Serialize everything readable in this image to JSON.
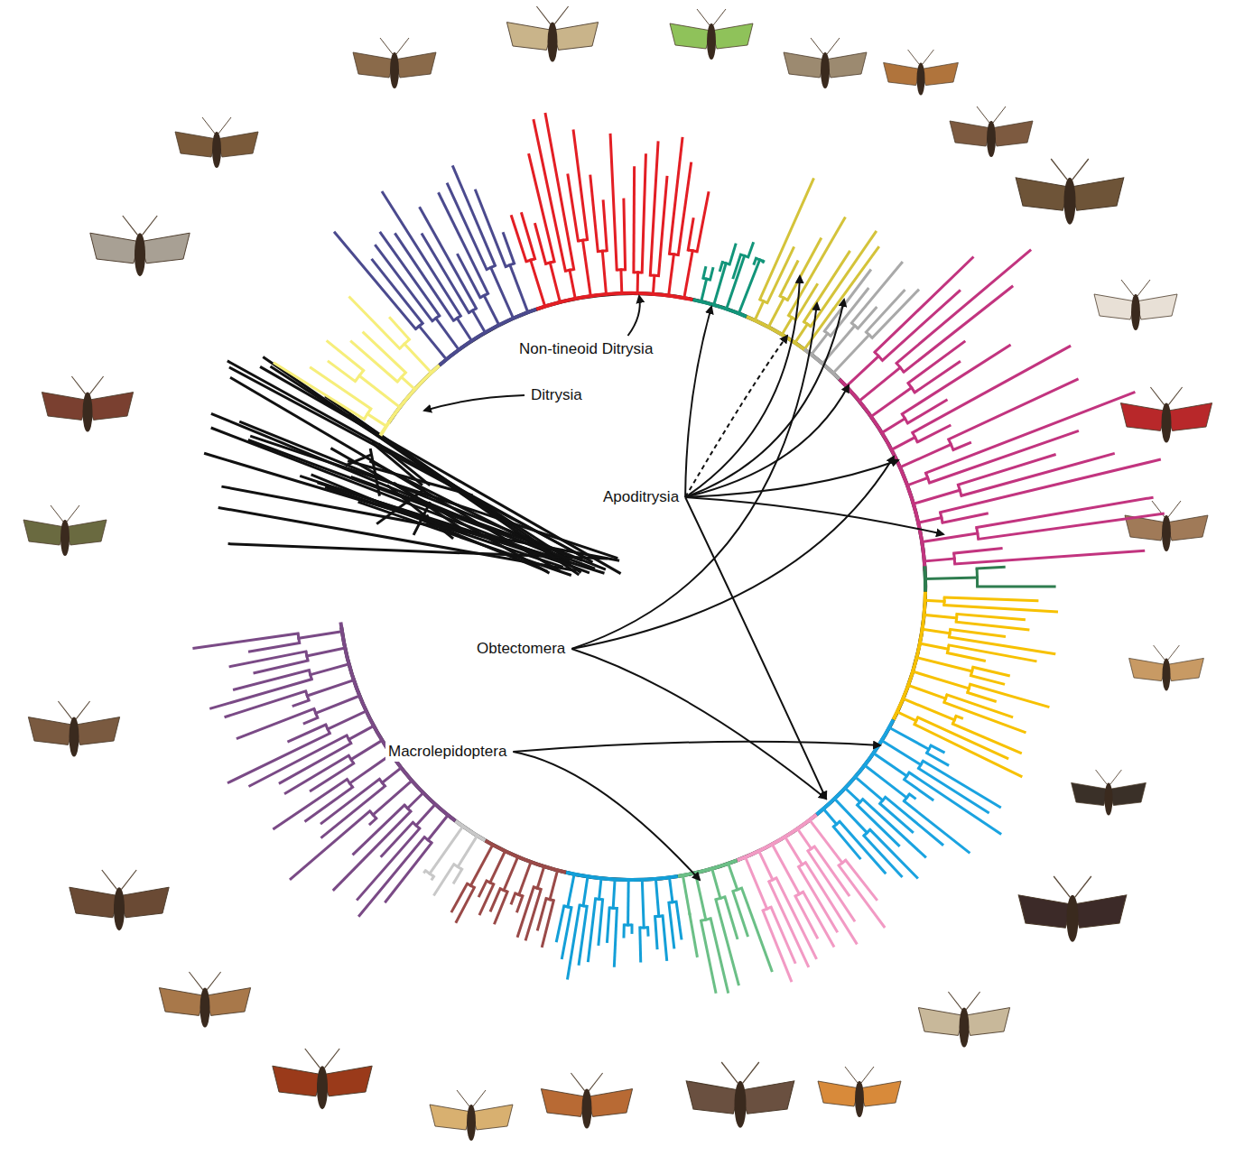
{
  "diagram": {
    "labels": [
      "Non-tineoid Ditrysia",
      "Ditrysia",
      "Apoditrysia",
      "Obtectomera",
      "Macrolepidoptera"
    ]
  }
}
